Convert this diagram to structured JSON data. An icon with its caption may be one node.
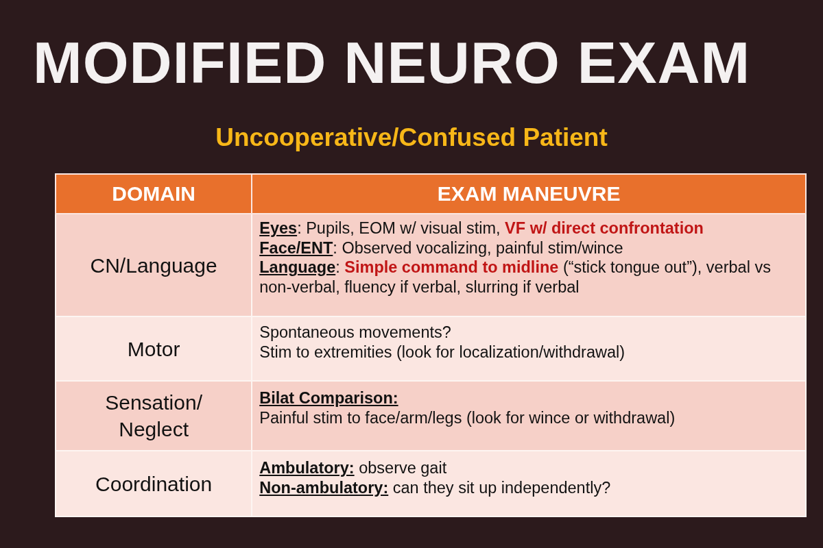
{
  "diagram": {
    "title": "MODIFIED NEURO EXAM",
    "labels": [
      "Uncooperative/Confused Patient",
      "DOMAIN",
      "EXAM MANEUVRE",
      "CN/Language",
      "**Eyes**: Pupils, EOM w/ visual stim, **VF w/ direct confrontation**",
      "**Face/ENT**: Observed vocalizing, painful stim/wince",
      "**Language**: **Simple command to midline** (“stick tongue out”), verbal vs non-verbal, fluency if verbal, slurring if verbal",
      "Motor",
      "Spontaneous movements?",
      "Stim to extremities (look for localization/withdrawal)",
      "Sensation/ Neglect",
      "**Bilat Comparison:**",
      "Painful stim to face/arm/legs (look for wince or withdrawal)",
      "Coordination",
      "**Ambulatory:** observe gait",
      "**Non-ambulatory:** can they sit up independently?"
    ]
  }
}
